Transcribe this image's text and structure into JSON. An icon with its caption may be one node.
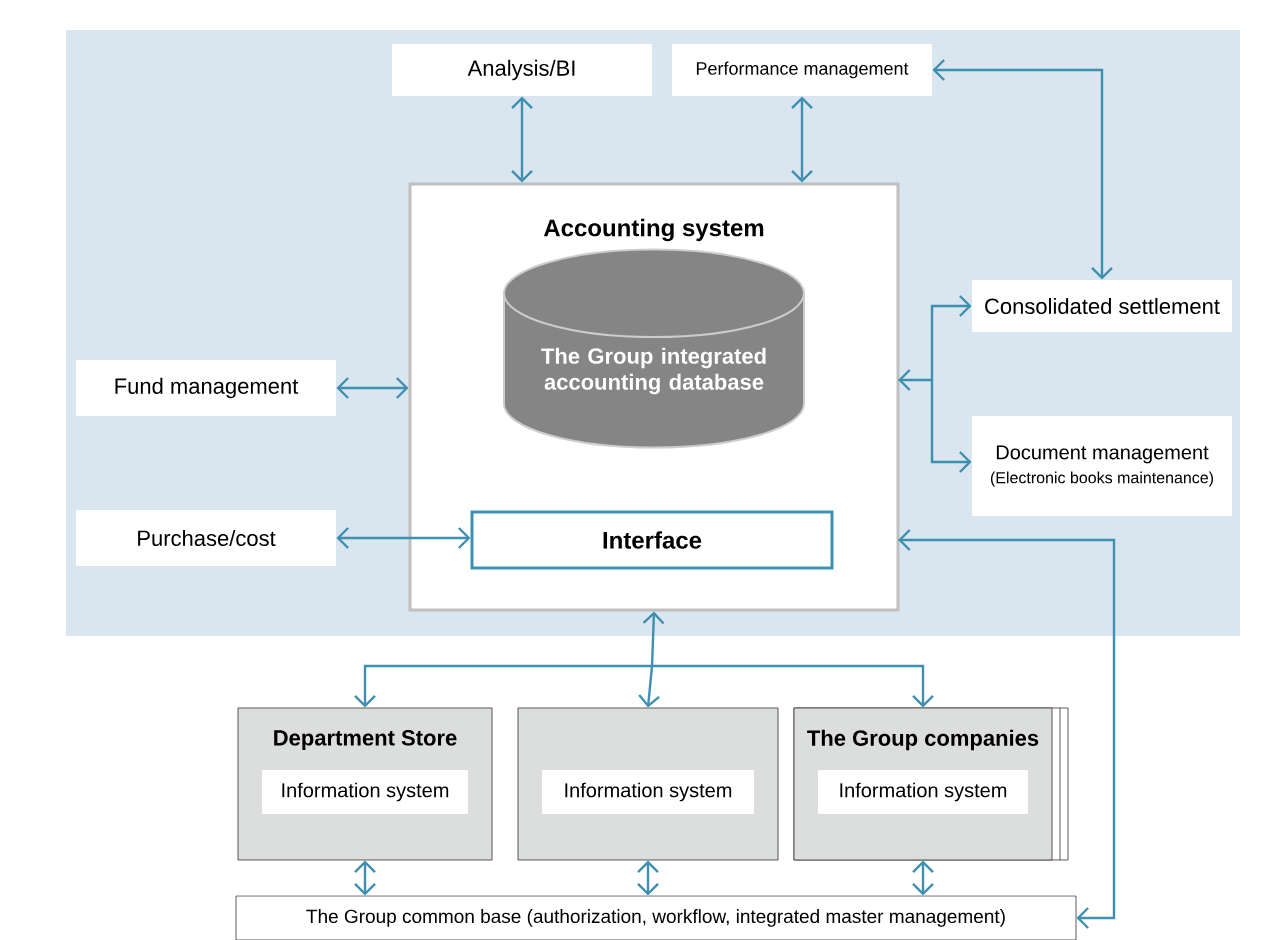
{
  "diagram": {
    "nodes": [
      {
        "text": [
          "Analysis/BI"
        ]
      },
      {
        "text": [
          "Performance management"
        ]
      },
      {
        "text": [
          "Accounting system"
        ]
      },
      {
        "text": [
          "The Group integrated accounting database"
        ],
        "in": 2
      },
      {
        "text": [
          "Interface"
        ],
        "in": 2
      },
      {
        "text": [
          "Fund management"
        ]
      },
      {
        "text": [
          "Purchase/cost"
        ]
      },
      {
        "text": [
          "Consolidated settlement"
        ]
      },
      {
        "text": [
          "Document management",
          "(Electronic books maintenance)"
        ]
      },
      {
        "text": [
          "Department Store",
          "Information system"
        ]
      },
      {
        "text": [
          "Information system"
        ]
      },
      {
        "text": [
          "The Group companies",
          "Information system"
        ]
      },
      {
        "text": [
          "The Group common base (authorization, workflow, integrated master management)"
        ]
      }
    ],
    "edges": [
      {
        "from": 0,
        "to": 2,
        "arrow": "both"
      },
      {
        "from": 1,
        "to": 2,
        "arrow": "both"
      },
      {
        "from": 5,
        "to": 2,
        "arrow": "both"
      },
      {
        "from": 6,
        "to": 4,
        "arrow": "both"
      },
      {
        "from": 2,
        "to": 7,
        "arrow": "both"
      },
      {
        "from": 2,
        "to": 8,
        "arrow": "both"
      },
      {
        "from": 1,
        "to": 7,
        "arrow": "both"
      },
      {
        "from": 12,
        "to": 2,
        "arrow": "both"
      },
      {
        "from": 2,
        "to": 9,
        "arrow": "both"
      },
      {
        "from": 2,
        "to": 10,
        "arrow": "both"
      },
      {
        "from": 2,
        "to": 11,
        "arrow": "both"
      },
      {
        "from": 9,
        "to": 12,
        "arrow": "both"
      },
      {
        "from": 10,
        "to": 12,
        "arrow": "both"
      },
      {
        "from": 11,
        "to": 12,
        "arrow": "both"
      }
    ]
  }
}
